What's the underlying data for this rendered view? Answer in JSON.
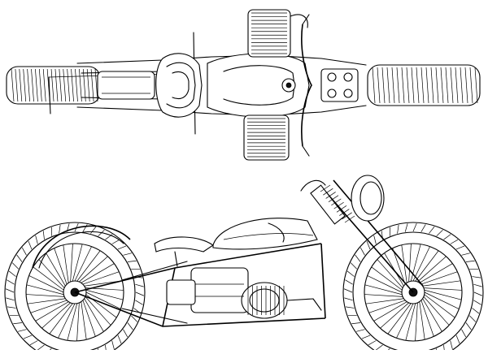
{
  "drawing": {
    "views": [
      {
        "name": "top-view"
      },
      {
        "name": "side-view"
      }
    ],
    "colors": {
      "line": "#000000",
      "background": "#ffffff"
    },
    "wheel": {
      "spokes": 32,
      "tread_blocks": 48
    }
  }
}
